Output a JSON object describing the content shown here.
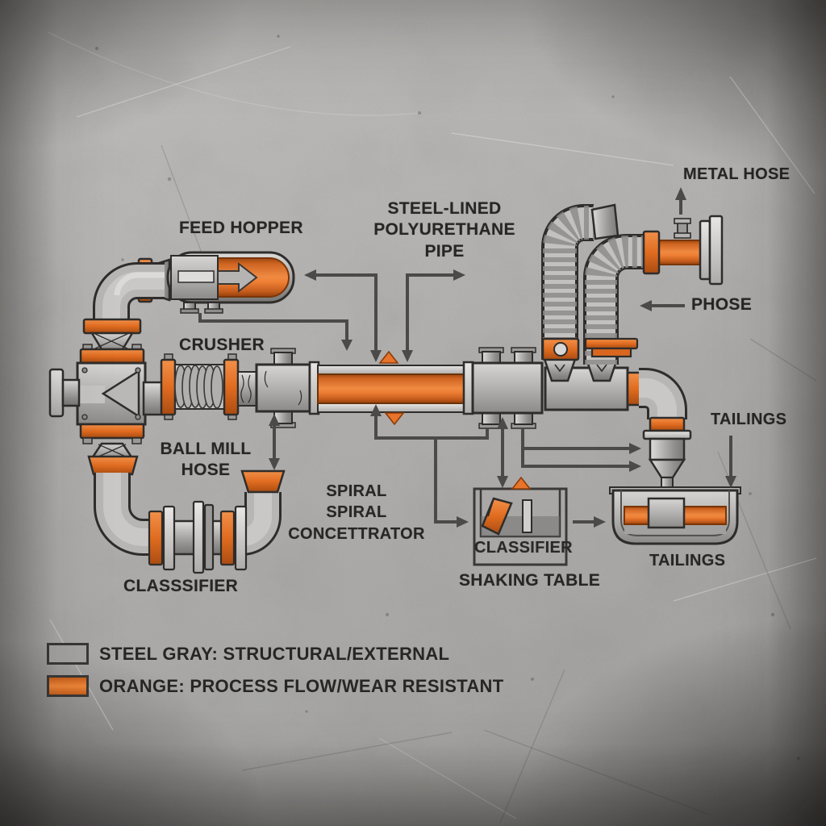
{
  "diagram": {
    "subject": "mineral-processing pipe system",
    "style": "technical illustration on concrete background"
  },
  "labels": {
    "feed_hopper": "FEED HOPPER",
    "crusher": "CRUSHER",
    "ball_mill_hose": {
      "line1": "BALL MILL",
      "line2": "HOSE"
    },
    "classifier_loop": "CLASSSIFIER",
    "steel_lined_pipe": {
      "line1": "STEEL-LINED",
      "line2": "POLYURETHANE PIPE"
    },
    "spiral_concentrator": {
      "line1": "SPIRAL",
      "line2": "SPIRAL",
      "line3": "CONCETTRATOR"
    },
    "classifier_box": "CLASSIFIER",
    "shaking_table": "SHAKING TABLE",
    "metal_hose": "METAL HOSE",
    "phose": "PHOSE",
    "tailings_pipe": "TAILINGS",
    "tailings_tank": "TAILINGS"
  },
  "legend": {
    "items": [
      {
        "id": "steel-gray",
        "color": "#a5a4a2",
        "label": "STEEL GRAY: STRUCTURAL/EXTERNAL"
      },
      {
        "id": "orange",
        "color": "#e8732a",
        "label": "ORANGE: PROCESS FLOW/WEAR RESISTANT"
      }
    ]
  },
  "colors": {
    "steel_gray": "#a8a7a5",
    "orange": "#e8732a",
    "outline": "#2f2d2b",
    "arrow": "#4b4a48",
    "background": "#b3b2b0",
    "text": "#272625"
  }
}
